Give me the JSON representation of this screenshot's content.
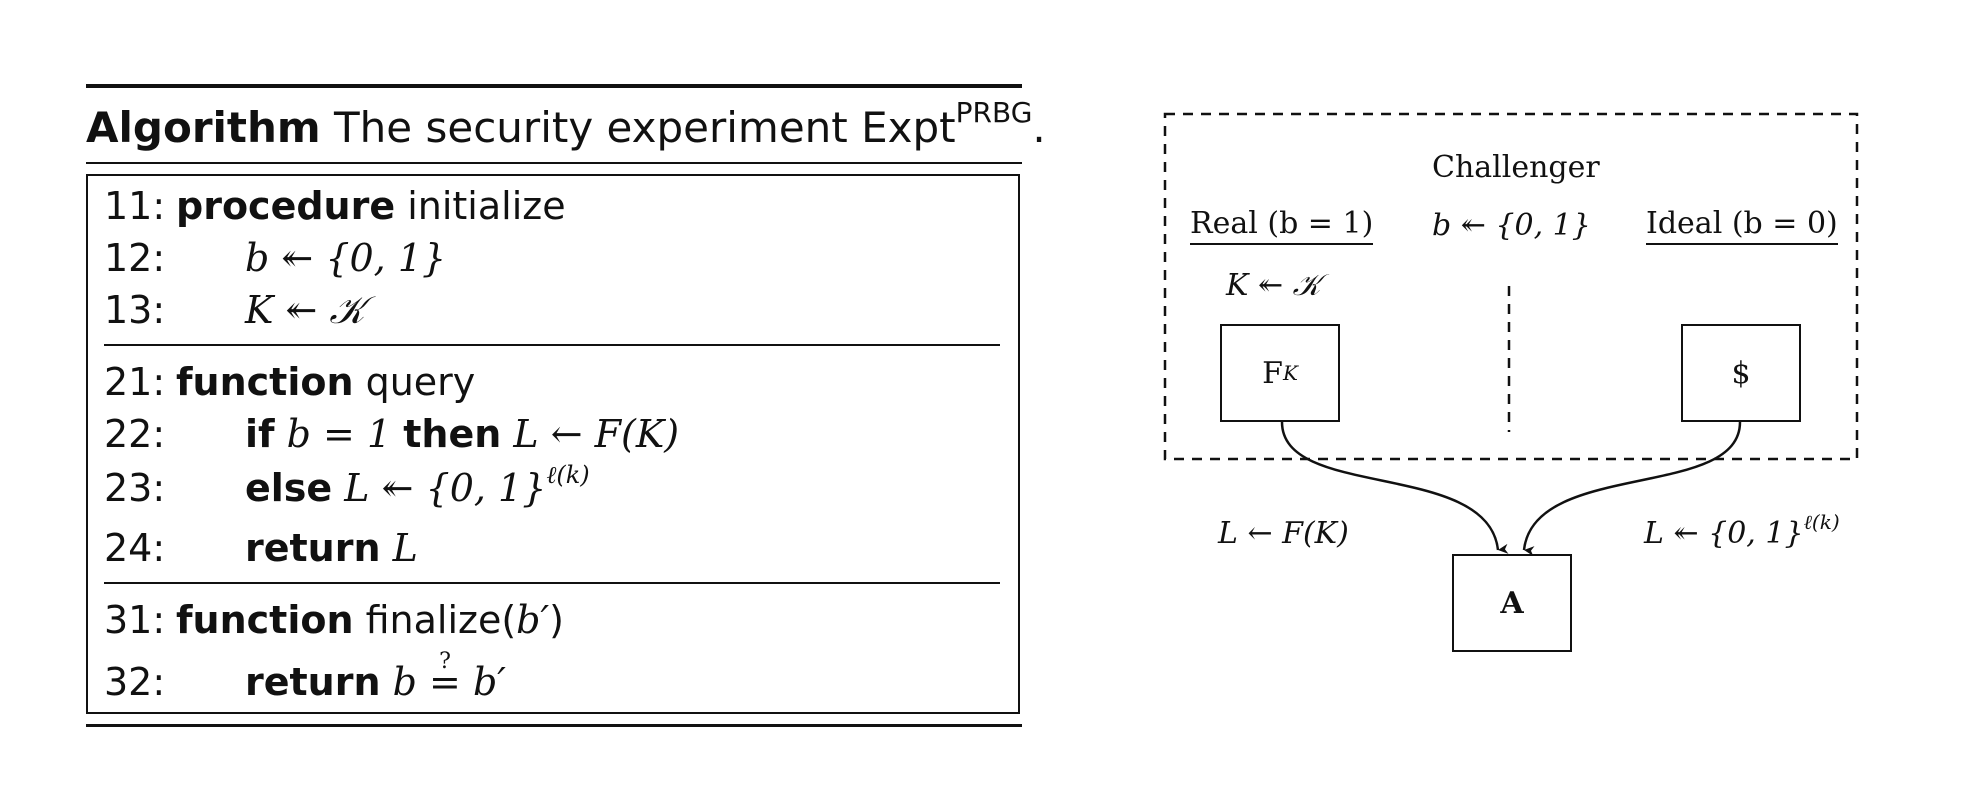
{
  "algorithm": {
    "caption_keyword": "Algorithm",
    "caption_text": "The security experiment Expt",
    "caption_sup": "PRBG",
    "caption_end": ".",
    "lines": [
      {
        "num": "11:",
        "parts": [
          "procedure",
          " initialize"
        ]
      },
      {
        "num": "12:",
        "math": "b ↞ {0, 1}"
      },
      {
        "num": "13:",
        "math": "K ↞ 𝒦"
      },
      {
        "num": "21:",
        "parts": [
          "function",
          " query"
        ]
      },
      {
        "num": "22:",
        "kw1": "if",
        "m1": "b = 1",
        "kw2": "then",
        "m2": "L ← F(K)"
      },
      {
        "num": "23:",
        "kw1": "else",
        "m1": "L ↞ {0, 1}",
        "sup": "ℓ(k)"
      },
      {
        "num": "24:",
        "kw1": "return",
        "m1": "L"
      },
      {
        "num": "31:",
        "parts": [
          "function",
          " finalize("
        ],
        "m1": "b′",
        "end": ")"
      },
      {
        "num": "32:",
        "kw1": "return",
        "m1": "b",
        "eq": "=",
        "q": "?",
        "m2": "b′"
      }
    ]
  },
  "diagram": {
    "challenger": "Challenger",
    "real_label": "Real (b = 1)",
    "ideal_label": "Ideal (b = 0)",
    "b_sample": "b ↞ {0, 1}",
    "k_sample": "K ↞ 𝒦",
    "fk_base": "F",
    "fk_sub": "K",
    "dollar": "$",
    "adversary": "A",
    "left_edge": "L ← F(K)",
    "right_edge": "L ↞ {0, 1}",
    "right_edge_sup": "ℓ(k)"
  },
  "colors": {
    "ink": "#111111",
    "background": "#ffffff"
  }
}
